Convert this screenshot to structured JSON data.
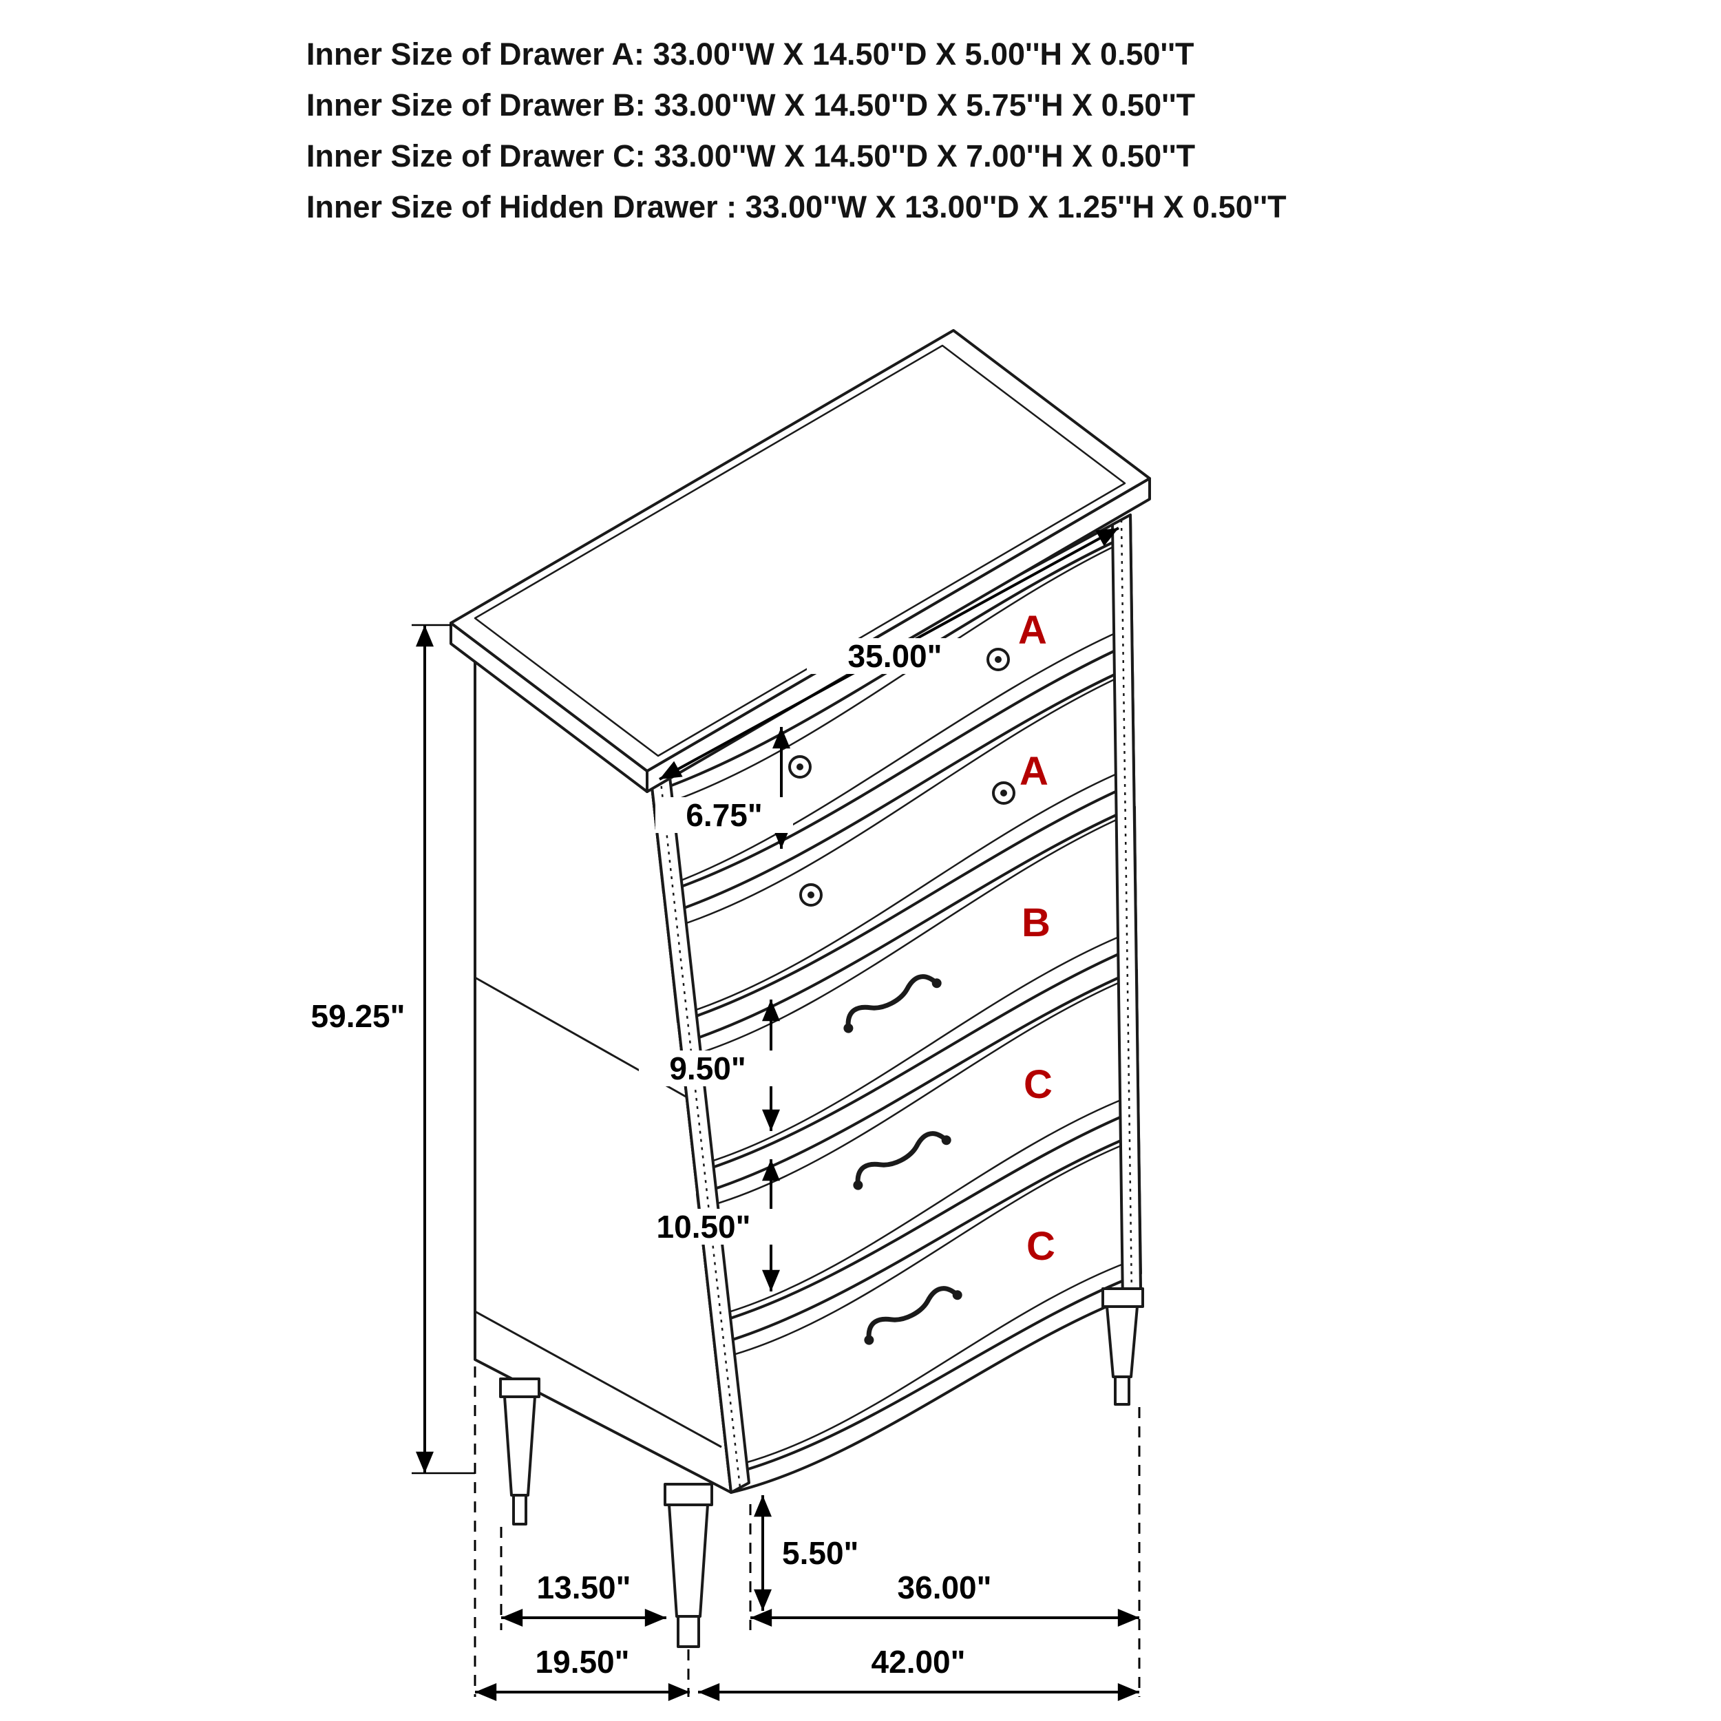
{
  "header": {
    "lines": [
      "Inner Size of Drawer A: 33.00''W X 14.50''D X 5.00''H X 0.50''T",
      "Inner Size of Drawer B: 33.00''W X 14.50''D X 5.75''H X 0.50''T",
      "Inner Size of Drawer C: 33.00''W X 14.50''D X 7.00''H X 0.50''T",
      "Inner Size of Hidden Drawer : 33.00''W X 13.00''D X 1.25''H X 0.50''T"
    ]
  },
  "drawer_labels": {
    "a1": "A",
    "a2": "A",
    "b": "B",
    "c1": "C",
    "c2": "C"
  },
  "dimensions": {
    "drawer_front_width": "35.00\"",
    "hidden_drawer_height": "6.75\"",
    "overall_height": "59.25\"",
    "drawer_b_height": "9.50\"",
    "drawer_c_height": "10.50\"",
    "leg_height": "5.50\"",
    "side_leg_spacing": "13.50\"",
    "front_leg_spacing": "36.00\"",
    "overall_depth": "19.50\"",
    "overall_width": "42.00\""
  },
  "colors": {
    "line": "#1a1a1a",
    "drawer_label": "#b40000",
    "background": "#ffffff"
  }
}
